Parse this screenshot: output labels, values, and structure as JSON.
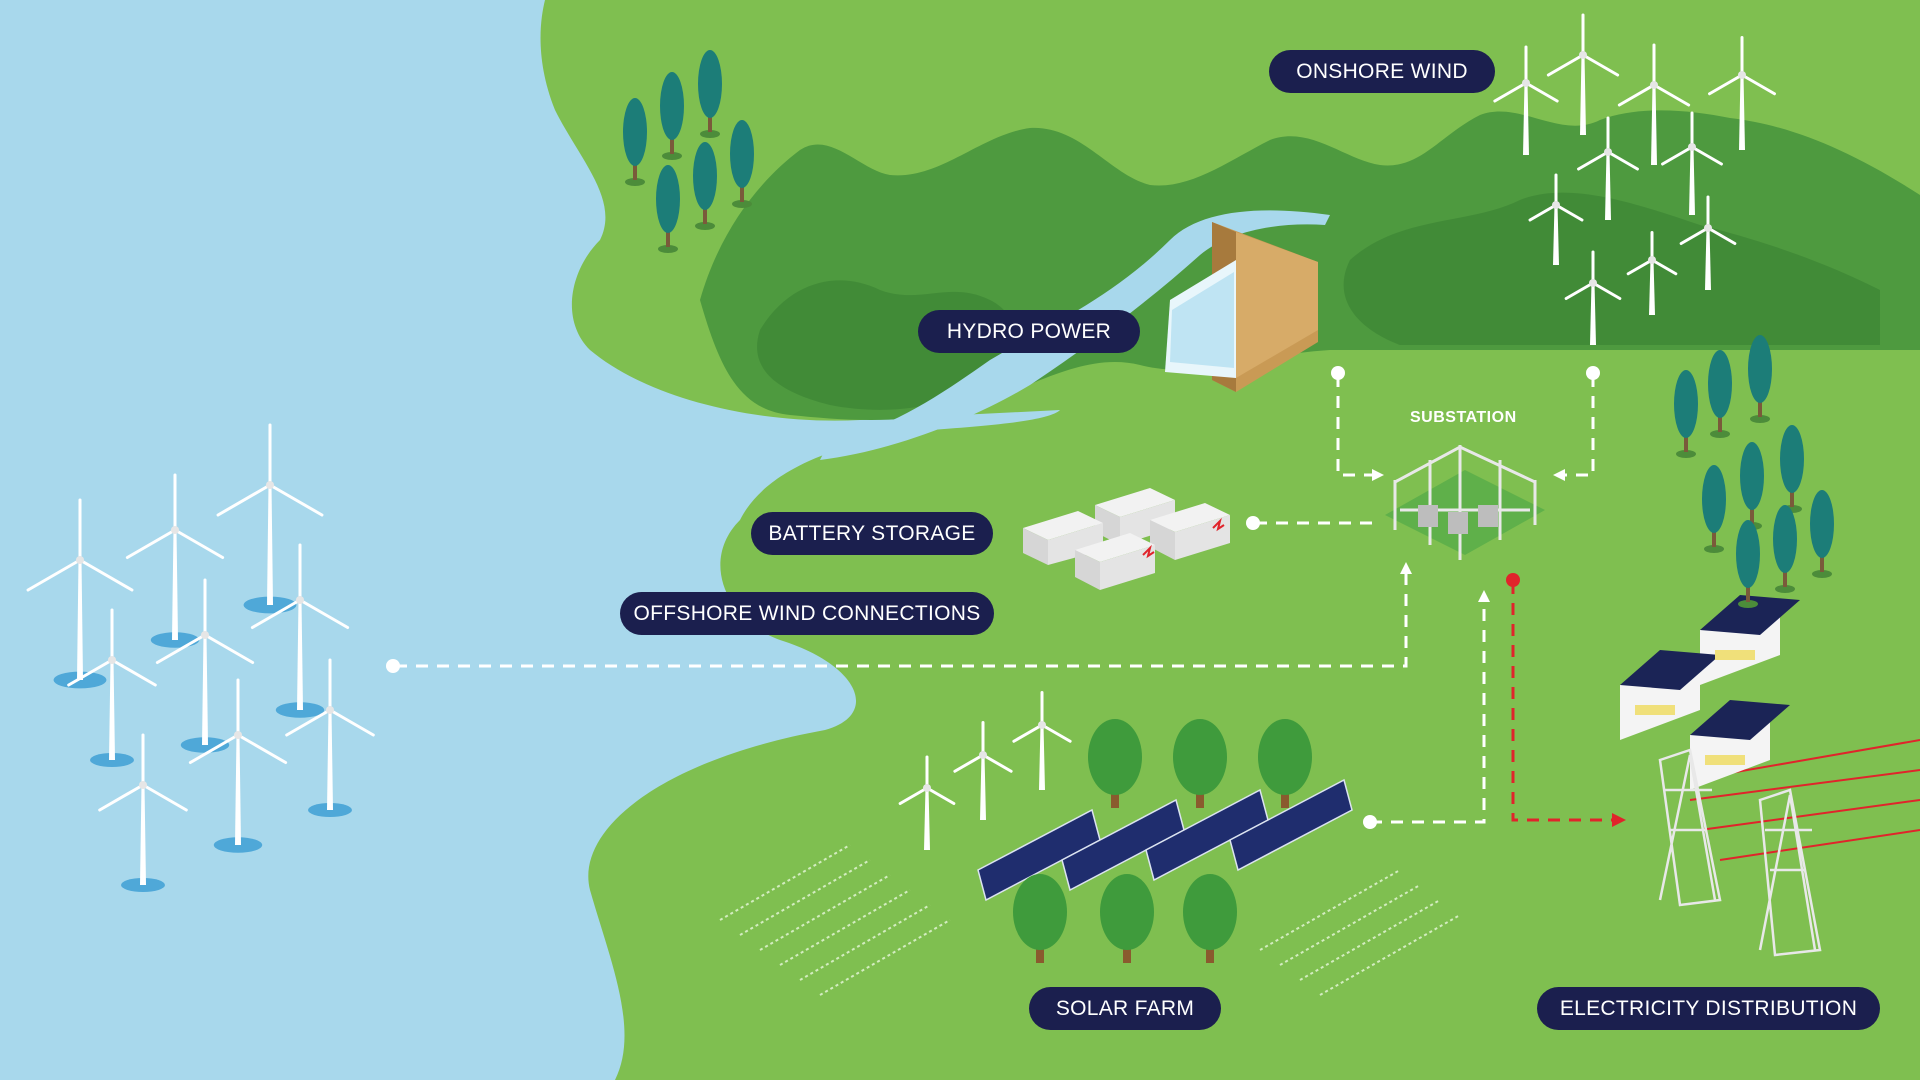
{
  "labels": {
    "onshore_wind": "ONSHORE WIND",
    "hydro_power": "HYDRO POWER",
    "substation": "SUBSTATION",
    "battery_storage": "BATTERY STORAGE",
    "offshore_wind_connections": "OFFSHORE WIND CONNECTIONS",
    "solar_farm": "SOLAR FARM",
    "electricity_distribution": "ELECTRICITY DISTRIBUTION"
  },
  "colors": {
    "sea": "#a8d8ec",
    "land": "#7fbf50",
    "hills": "#4e9a3f",
    "hills_dark": "#3d8535",
    "label_bg": "#1b1f4e",
    "label_text": "#ffffff",
    "connector": "#ffffff",
    "distribution_line": "#e0242b",
    "tree_teal": "#1c7d78",
    "tree_green": "#3f9b3c",
    "solar_panel": "#1f2d6e"
  },
  "icons": [
    "wind-turbine-icon",
    "hydro-dam-icon",
    "battery-icon",
    "substation-icon",
    "solar-panel-icon",
    "house-icon",
    "pylon-icon",
    "tree-icon"
  ]
}
